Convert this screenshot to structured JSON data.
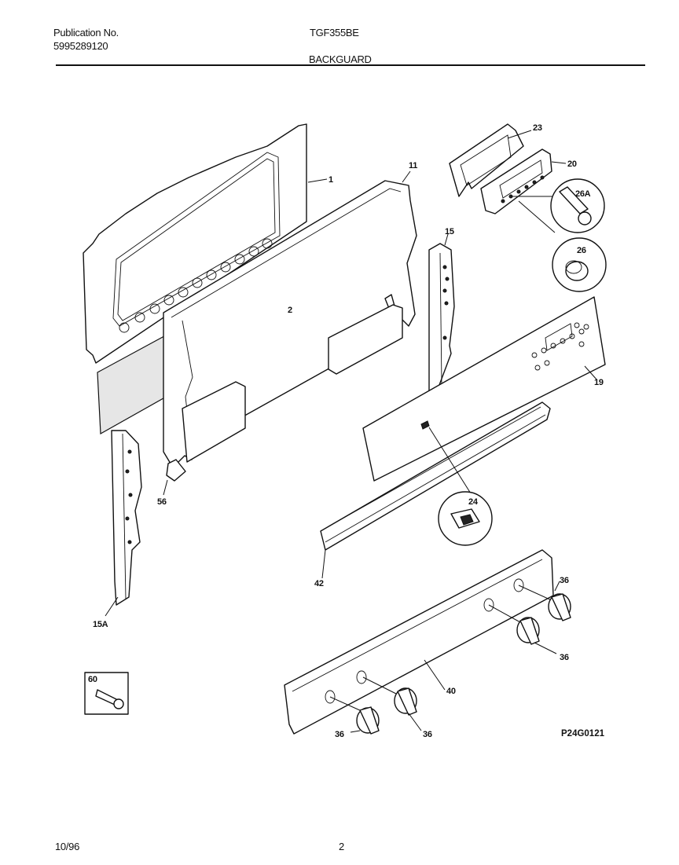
{
  "header": {
    "publication_label": "Publication No.",
    "publication_number": "5995289120",
    "model": "TGF355BE",
    "section_title": "BACKGUARD"
  },
  "callouts": {
    "c1": "1",
    "c2": "2",
    "c11": "11",
    "c15": "15",
    "c15a": "15A",
    "c19": "19",
    "c20": "20",
    "c23": "23",
    "c24": "24",
    "c26": "26",
    "c26a": "26A",
    "c36a": "36",
    "c36b": "36",
    "c36c": "36",
    "c36d": "36",
    "c40": "40",
    "c42": "42",
    "c56": "56",
    "c60": "60"
  },
  "diagram_code": "P24G0121",
  "footer": {
    "date": "10/96",
    "page": "2"
  }
}
